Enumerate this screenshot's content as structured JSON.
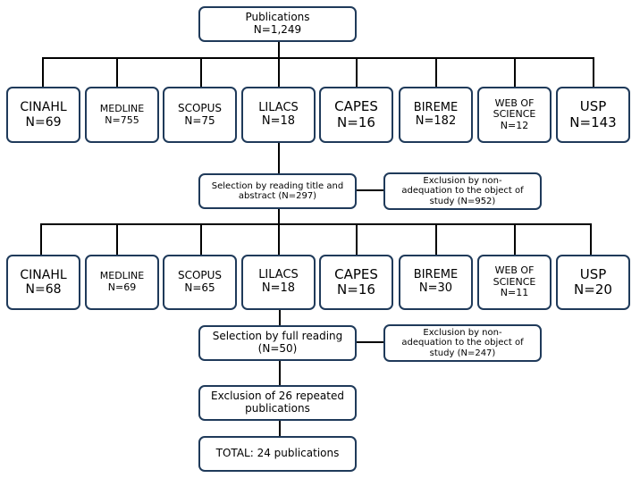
{
  "top": {
    "title": "Publications",
    "count": "N=1,249"
  },
  "databases_1": [
    {
      "name": "CINAHL",
      "count": "N=69"
    },
    {
      "name": "MEDLINE",
      "count": "N=755"
    },
    {
      "name": "SCOPUS",
      "count": "N=75"
    },
    {
      "name": "LILACS",
      "count": "N=18"
    },
    {
      "name": "CAPES",
      "count": "N=16"
    },
    {
      "name": "BIREME",
      "count": "N=182"
    },
    {
      "name": "WEB OF\nSCIENCE",
      "count": "N=12"
    },
    {
      "name": "USP",
      "count": "N=143"
    }
  ],
  "selection_1": {
    "text": "Selection by reading title and\nabstract (N=297)"
  },
  "exclusion_1": {
    "text": "Exclusion by non-\nadequation to the object of\nstudy (N=952)"
  },
  "databases_2": [
    {
      "name": "CINAHL",
      "count": "N=68"
    },
    {
      "name": "MEDLINE",
      "count": "N=69"
    },
    {
      "name": "SCOPUS",
      "count": "N=65"
    },
    {
      "name": "LILACS",
      "count": "N=18"
    },
    {
      "name": "CAPES",
      "count": "N=16"
    },
    {
      "name": "BIREME",
      "count": "N=30"
    },
    {
      "name": "WEB OF\nSCIENCE",
      "count": "N=11"
    },
    {
      "name": "USP",
      "count": "N=20"
    }
  ],
  "selection_2": {
    "text": "Selection by full reading\n(N=50)"
  },
  "exclusion_2": {
    "text": "Exclusion by non-\nadequation to the object of\nstudy  (N=247)"
  },
  "repeated": {
    "text": "Exclusion of 26 repeated\npublications"
  },
  "total": {
    "text": "TOTAL: 24 publications"
  }
}
